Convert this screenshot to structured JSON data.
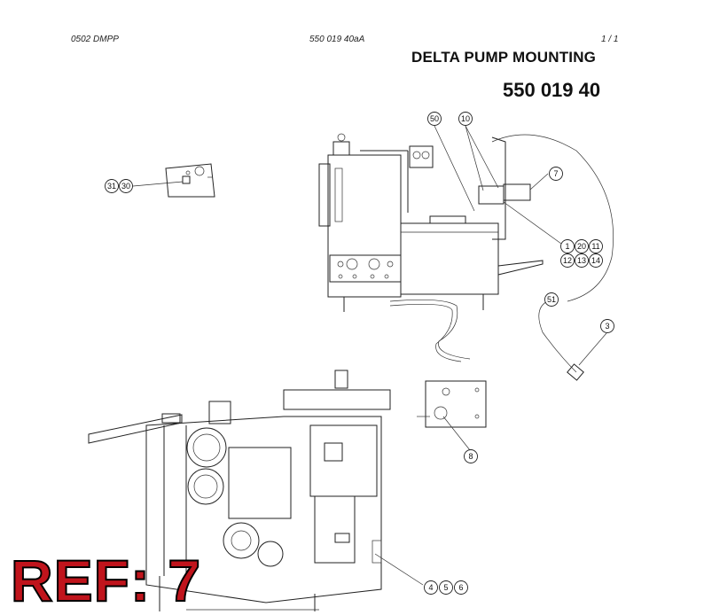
{
  "header": {
    "doc_code": "0502 DMPP",
    "drawing_no": "550 019 40aA",
    "page": "1 /  1"
  },
  "title": "DELTA PUMP MOUNTING",
  "part_number": "550 019 40",
  "ref_label": "REF: 7",
  "callouts": [
    "50",
    "10",
    "7",
    "31",
    "30",
    "1",
    "20",
    "11",
    "12",
    "13",
    "14",
    "51",
    "3",
    "8",
    "4",
    "5",
    "6"
  ]
}
